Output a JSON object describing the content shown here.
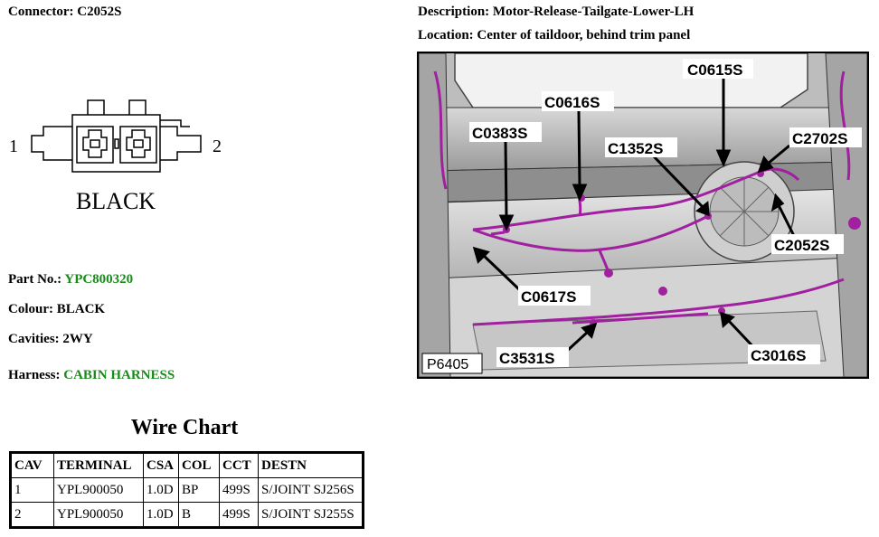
{
  "header": {
    "connector_label": "Connector:",
    "connector_value": "C2052S",
    "description_label": "Description:",
    "description_value": "Motor-Release-Tailgate-Lower-LH",
    "location_label": "Location:",
    "location_value": "Center of taildoor, behind trim panel"
  },
  "connector_drawing": {
    "pin_left": "1",
    "pin_right": "2",
    "color_text": "BLACK"
  },
  "details": {
    "part_no_label": "Part No.:",
    "part_no_value": "YPC800320",
    "colour_label": "Colour:",
    "colour_value": "BLACK",
    "cavities_label": "Cavities:",
    "cavities_value": "2WY",
    "harness_label": "Harness:",
    "harness_value": "CABIN HARNESS",
    "link_color": "#1a8a1a"
  },
  "photo": {
    "reference": "P6405",
    "callouts": [
      "C0615S",
      "C0616S",
      "C0383S",
      "C1352S",
      "C2702S",
      "C2052S",
      "C0617S",
      "C3531S",
      "C3016S"
    ],
    "wire_color": "#a020a0"
  },
  "wire_chart": {
    "title": "Wire Chart",
    "columns": [
      "CAV",
      "TERMINAL",
      "CSA",
      "COL",
      "CCT",
      "DESTN"
    ],
    "rows": [
      [
        "1",
        "YPL900050",
        "1.0D",
        "BP",
        "499S",
        "S/JOINT SJ256S"
      ],
      [
        "2",
        "YPL900050",
        "1.0D",
        "B",
        "499S",
        "S/JOINT SJ255S"
      ]
    ]
  }
}
